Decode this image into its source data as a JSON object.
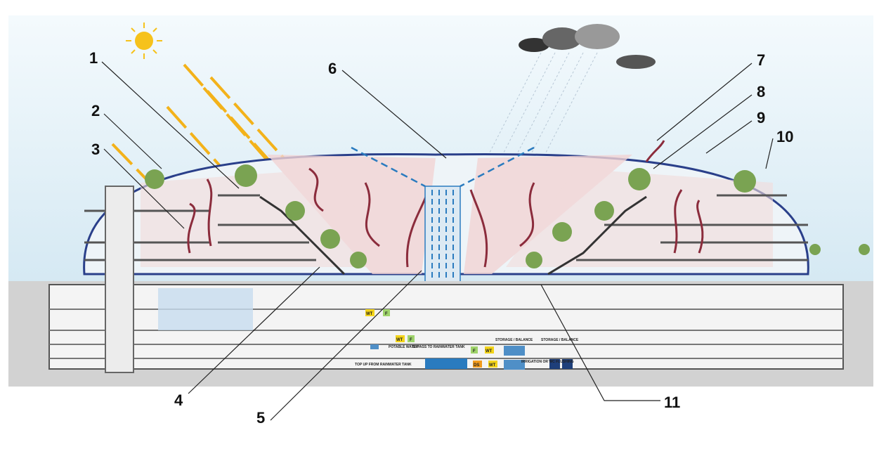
{
  "callouts": [
    "1",
    "2",
    "3",
    "4",
    "5",
    "6",
    "7",
    "8",
    "9",
    "10",
    "11"
  ],
  "water_labels": {
    "potable": "POTABLE WATER",
    "bypass": "BYPASS TO RAINWATER TANK",
    "storage1": "STORAGE / BALANCE",
    "storage2": "STORAGE / BALANCE",
    "topup": "TOP UP FROM RAINWATER TANK",
    "irrigation": "IRRIGATION OR WC FLUSHING"
  },
  "tags": {
    "wt": "WT",
    "f": "F",
    "ds": "DS"
  },
  "colors": {
    "sky": "#d6e9f3",
    "dome": "#f1d3d3",
    "airflow": "#8b2c3c",
    "water": "#2a7bbf",
    "ground": "#c8c8c8"
  }
}
